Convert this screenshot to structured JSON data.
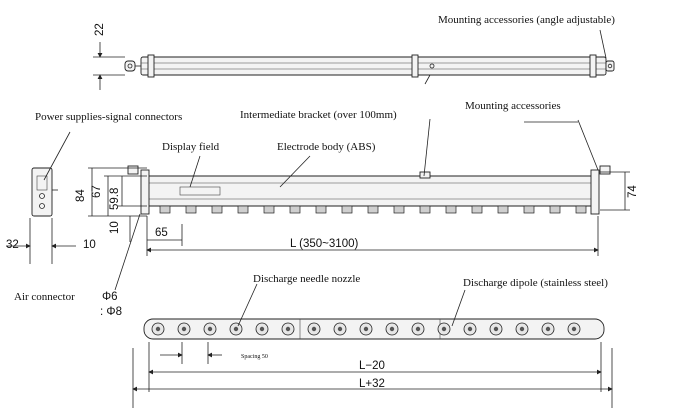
{
  "labels": {
    "mounting_accessories_adjustable": "Mounting accessories (angle adjustable)",
    "power_supplies": "Power supplies-signal connectors",
    "intermediate_bracket": "Intermediate bracket (over 100mm)",
    "mounting_accessories": "Mounting accessories",
    "display_field": "Display field",
    "electrode_body": "Electrode body (ABS)",
    "air_connector": "Air connector",
    "discharge_nozzle": "Discharge needle nozzle",
    "discharge_dipole": "Discharge dipole (stainless steel)",
    "spacing": "Spacing 50"
  },
  "dimensions": {
    "d22": "22",
    "d84": "84",
    "d67": "67",
    "d59_8": "59.8",
    "d10v": "10",
    "d32": "32",
    "d10h": "10",
    "d65": "65",
    "length_range": "L (350~3100)",
    "d74": "74",
    "phi6": "Φ6",
    "phi8": ": Φ8",
    "l_minus_20": "L−20",
    "l_plus_32": "L+32"
  },
  "colors": {
    "line": "#222222",
    "body_fill": "#f3f3f3",
    "needle": "#cfcfcf"
  }
}
